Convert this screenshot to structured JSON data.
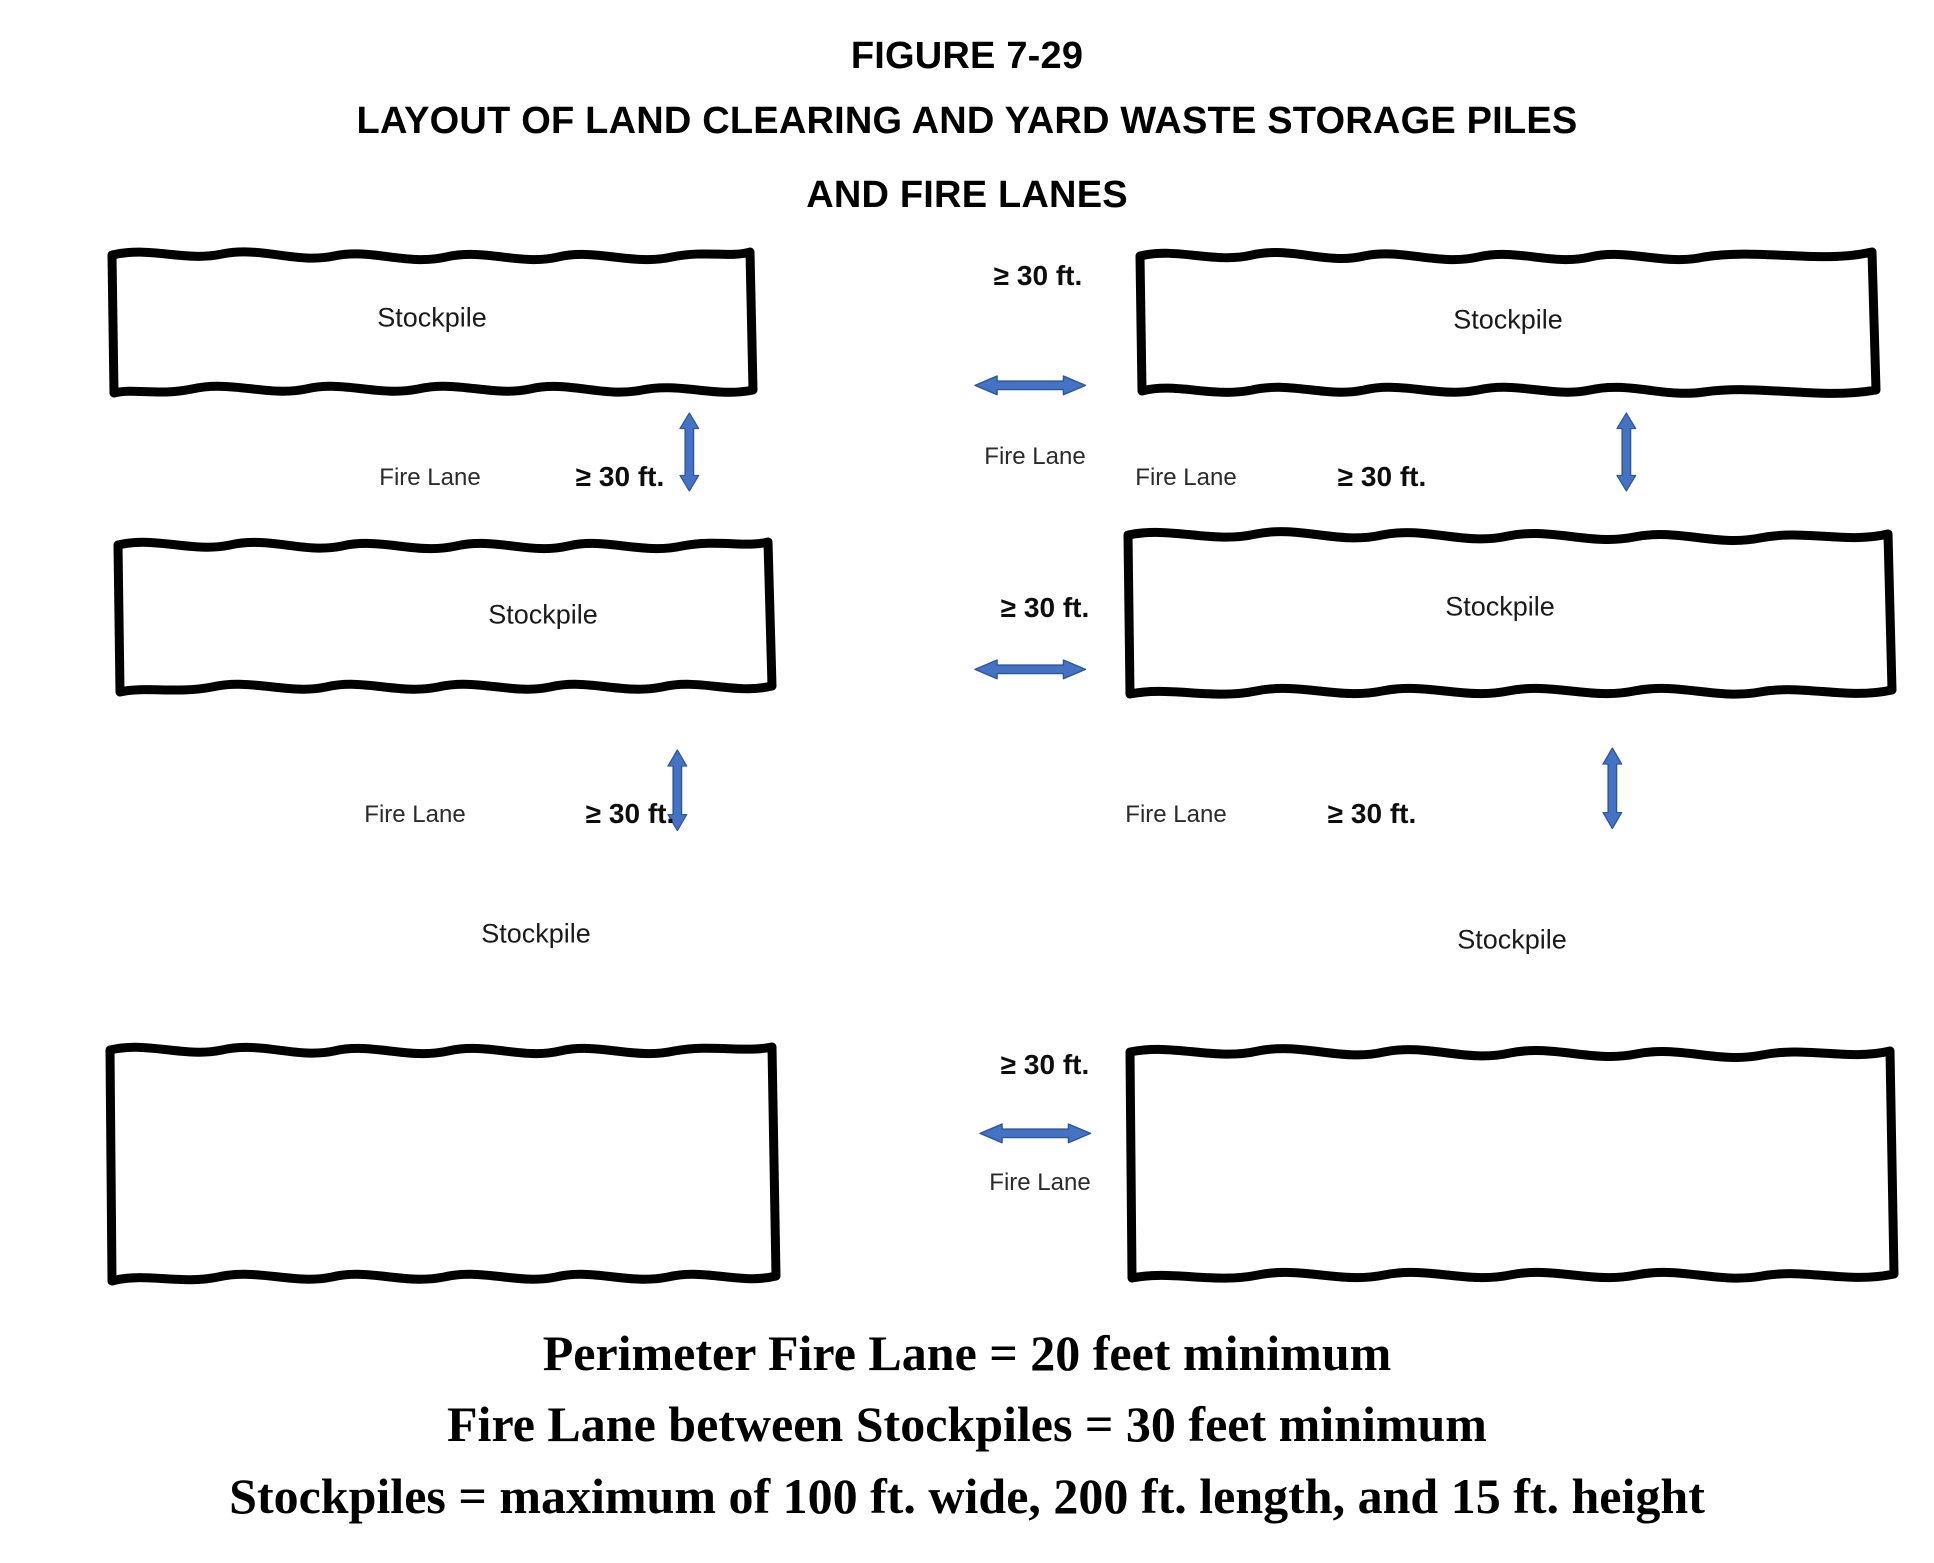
{
  "title": {
    "line1": "FIGURE 7-29",
    "line2": "LAYOUT OF LAND CLEARING AND YARD WASTE STORAGE PILES",
    "line3": "AND FIRE LANES"
  },
  "colors": {
    "arrow_blue": "#4472C4",
    "arrow_blue_dark": "#2F5597",
    "pile_outline": "#000000",
    "background": "#FFFFFF"
  },
  "piles": [
    {
      "id": "top-left",
      "label": "Stockpile"
    },
    {
      "id": "top-right",
      "label": "Stockpile"
    },
    {
      "id": "middle-left",
      "label": "Stockpile"
    },
    {
      "id": "middle-right",
      "label": "Stockpile"
    },
    {
      "id": "bottom-left",
      "label": "Stockpile"
    },
    {
      "id": "bottom-right",
      "label": "Stockpile"
    }
  ],
  "dimensions": {
    "top_gap": {
      "value": "≥ 30 ft.",
      "lane": "Fire Lane"
    },
    "middle_gap": {
      "value": "≥ 30 ft.",
      "lane": ""
    },
    "bottom_gap": {
      "value": "≥ 30 ft.",
      "lane": "Fire Lane"
    },
    "left_vert_upper": {
      "value": "≥ 30 ft.",
      "lane": "Fire Lane"
    },
    "left_vert_lower": {
      "value": "≥ 30 ft.",
      "lane": "Fire Lane"
    },
    "right_vert_upper": {
      "value": "≥ 30 ft.",
      "lane": "Fire Lane"
    },
    "right_vert_lower": {
      "value": "≥ 30 ft.",
      "lane": "Fire Lane"
    }
  },
  "caption": {
    "line1": "Perimeter Fire Lane = 20 feet minimum",
    "line2": "Fire Lane between Stockpiles = 30 feet minimum",
    "line3": "Stockpiles = maximum of 100 ft. wide, 200 ft. length, and 15 ft. height"
  },
  "chart_data": {
    "type": "diagram",
    "title": "FIGURE 7-29 — LAYOUT OF LAND CLEARING AND YARD WASTE STORAGE PILES AND FIRE LANES",
    "grid": {
      "rows": 3,
      "cols": 2,
      "cell_label": "Stockpile"
    },
    "separations_ft": {
      "between_stockpiles_min": 30,
      "perimeter_fire_lane_min": 20
    },
    "stockpile_limits": {
      "max_width_ft": 100,
      "max_length_ft": 200,
      "max_height_ft": 15
    },
    "annotations": [
      "≥ 30 ft.",
      "Fire Lane"
    ]
  }
}
